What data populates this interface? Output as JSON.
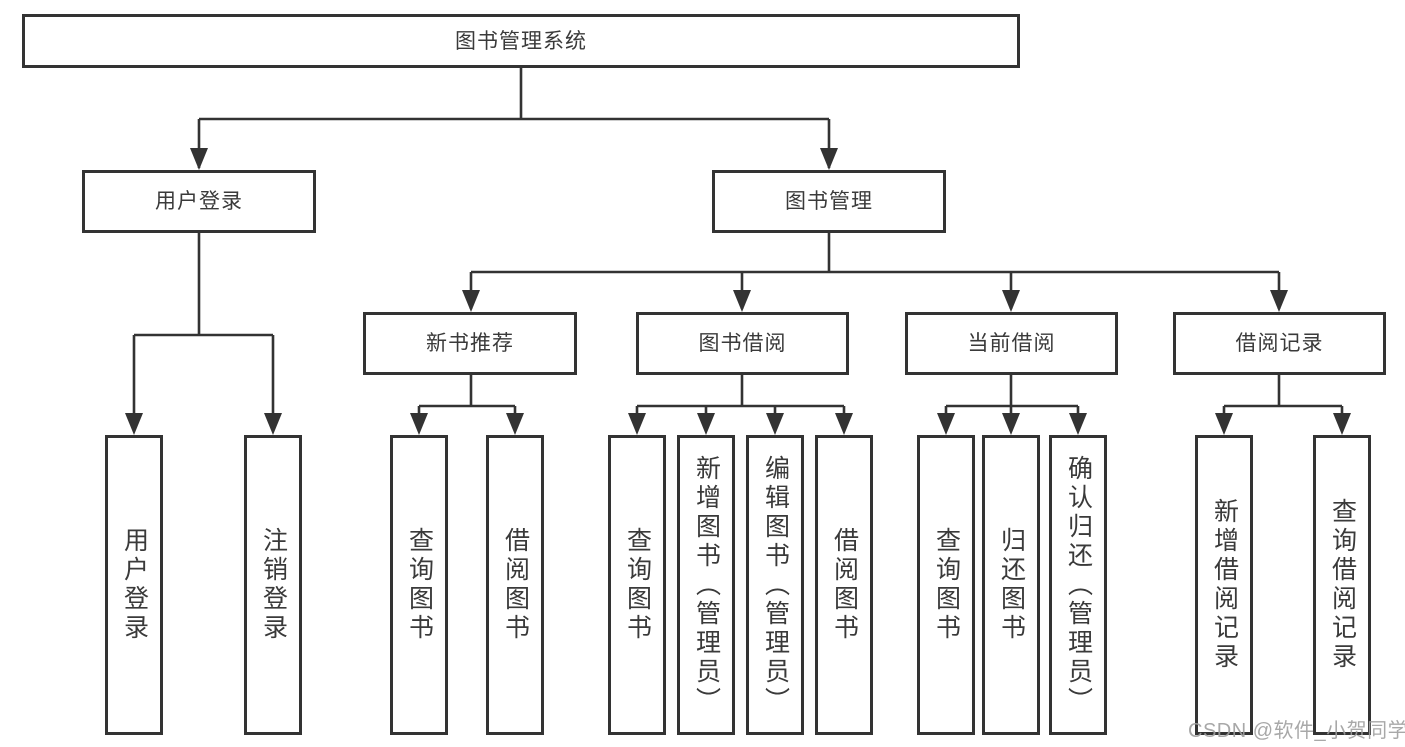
{
  "diagram": {
    "title": "图书管理系统",
    "level1": [
      {
        "label": "用户登录",
        "children": [
          "用户登录",
          "注销登录"
        ]
      },
      {
        "label": "图书管理"
      }
    ],
    "level2": [
      {
        "label": "新书推荐",
        "children": [
          "查询图书",
          "借阅图书"
        ]
      },
      {
        "label": "图书借阅",
        "children": [
          "查询图书",
          "新增图书（管理员）",
          "编辑图书（管理员）",
          "借阅图书"
        ]
      },
      {
        "label": "当前借阅",
        "children": [
          "查询图书",
          "归还图书",
          "确认归还（管理员）"
        ]
      },
      {
        "label": "借阅记录",
        "children": [
          "新增借阅记录",
          "查询借阅记录"
        ]
      }
    ]
  },
  "watermark": {
    "text": "CSDN @软件_小贺同学"
  },
  "colors": {
    "line": "#333333",
    "border": "#333333",
    "text": "#3a3a3a",
    "background": "#ffffff",
    "watermark": "#9e9e9e"
  }
}
